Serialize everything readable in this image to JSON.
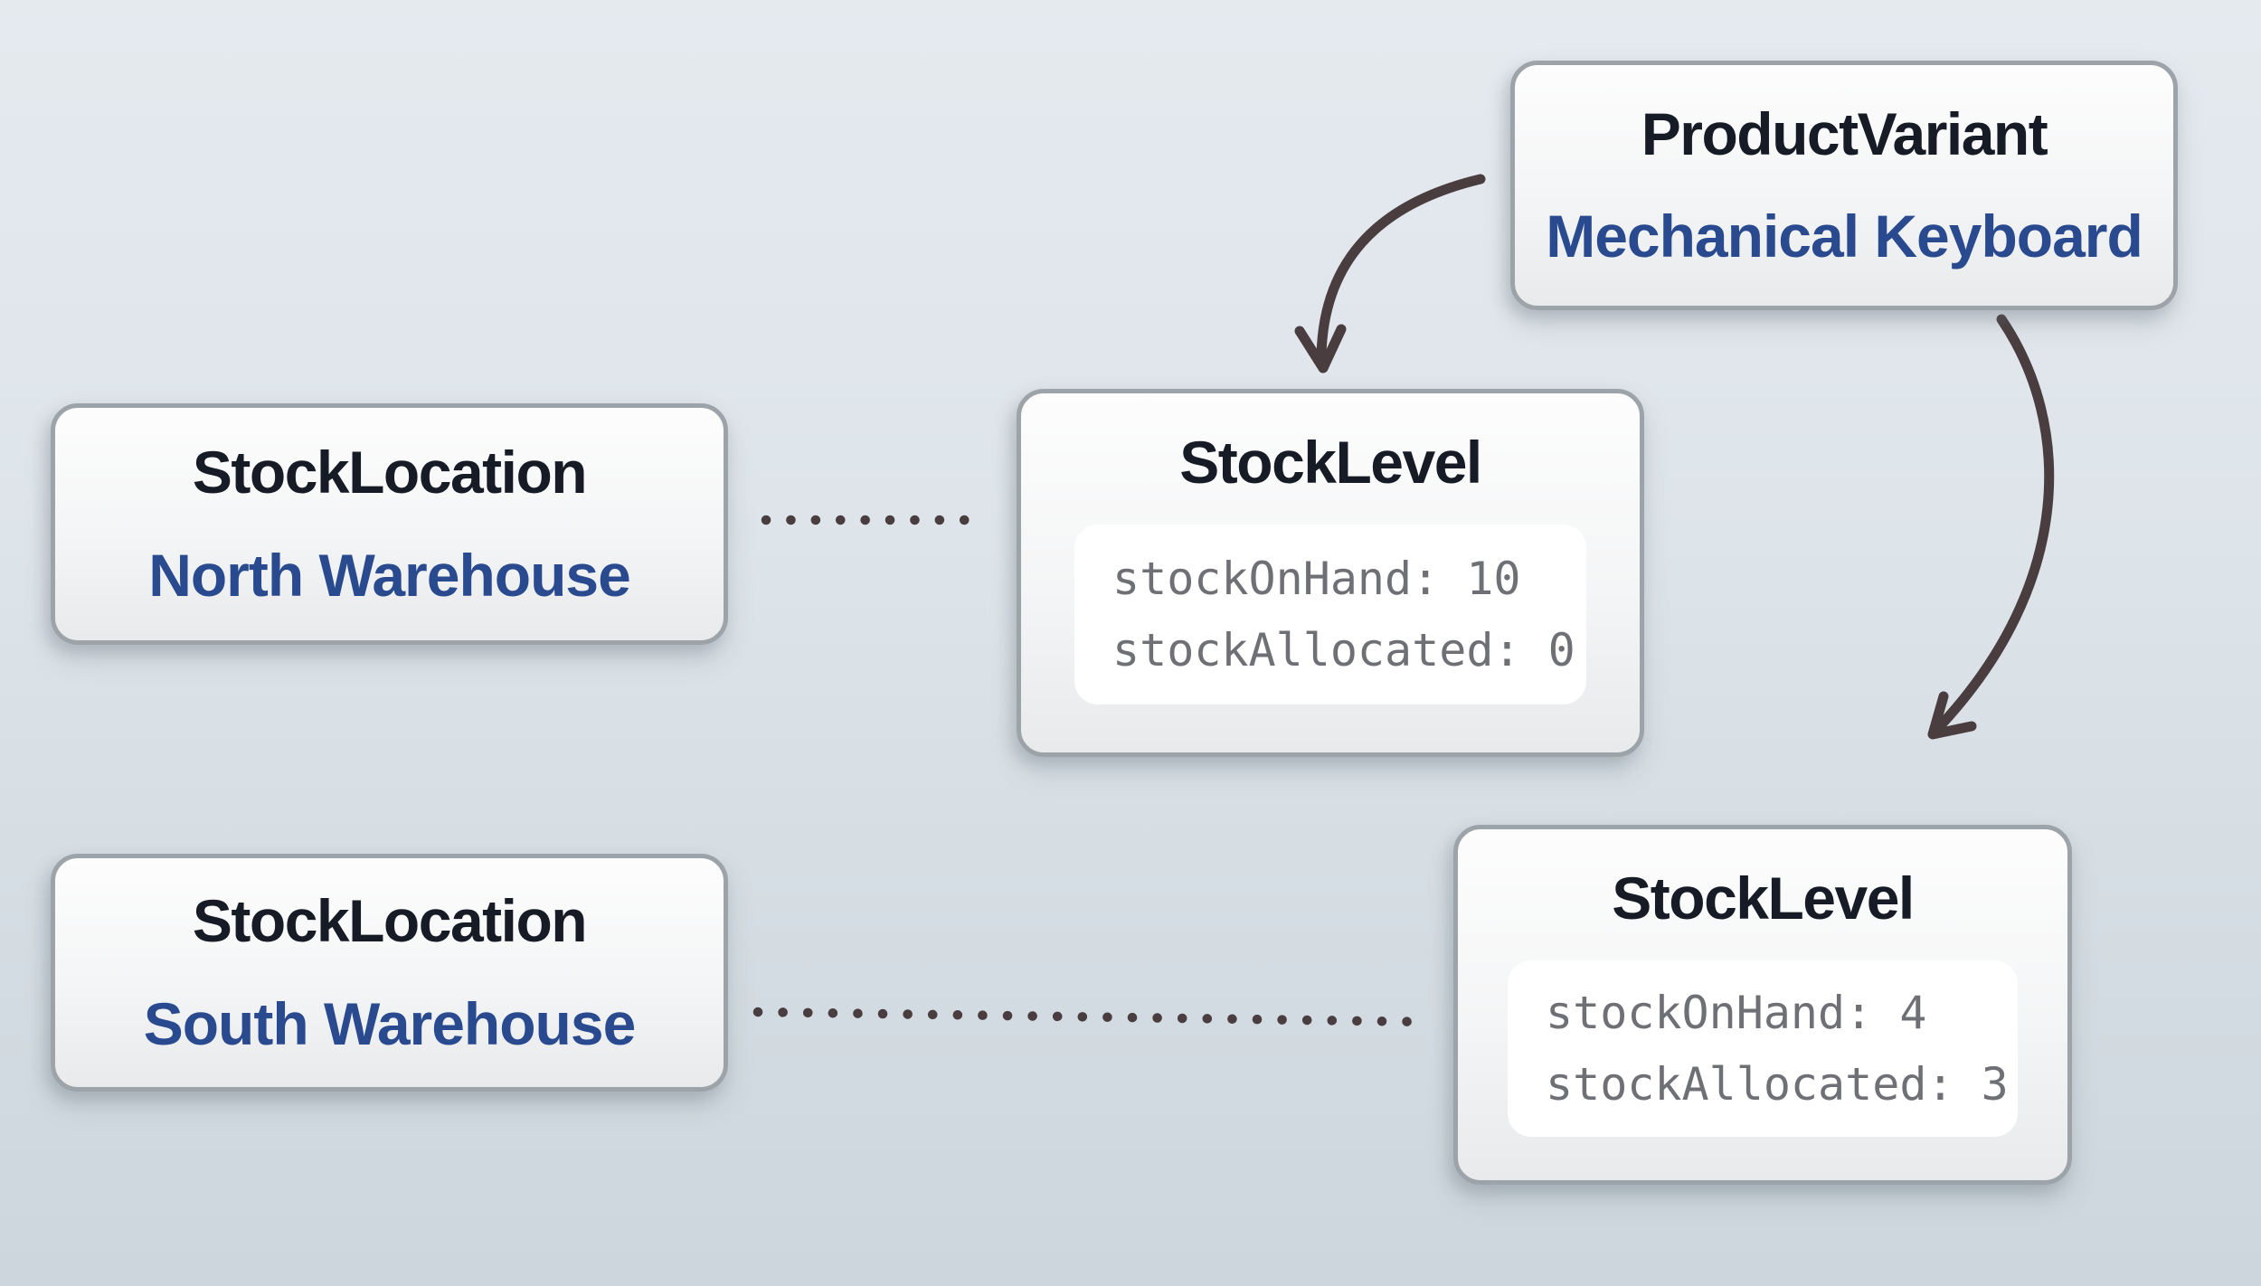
{
  "product_variant": {
    "type_label": "ProductVariant",
    "name": "Mechanical Keyboard"
  },
  "stock_locations": [
    {
      "type_label": "StockLocation",
      "name": "North Warehouse"
    },
    {
      "type_label": "StockLocation",
      "name": "South Warehouse"
    }
  ],
  "stock_levels": [
    {
      "type_label": "StockLevel",
      "lines": [
        "stockOnHand: 10",
        "stockAllocated: 0"
      ]
    },
    {
      "type_label": "StockLevel",
      "lines": [
        "stockOnHand: 4",
        "stockAllocated: 3"
      ]
    }
  ],
  "colors": {
    "background_top": "#e5eaef",
    "background_bottom": "#ccd6dc",
    "card_top": "#fdfdfd",
    "card_bottom": "#e9eaeb",
    "card_border": "#9da4a9",
    "panel_bg": "#ffffff",
    "entity_title": "#161b25",
    "entity_name_blue": "#2a4a90",
    "mono_text": "#6f7076",
    "connector": "#493d3f"
  }
}
